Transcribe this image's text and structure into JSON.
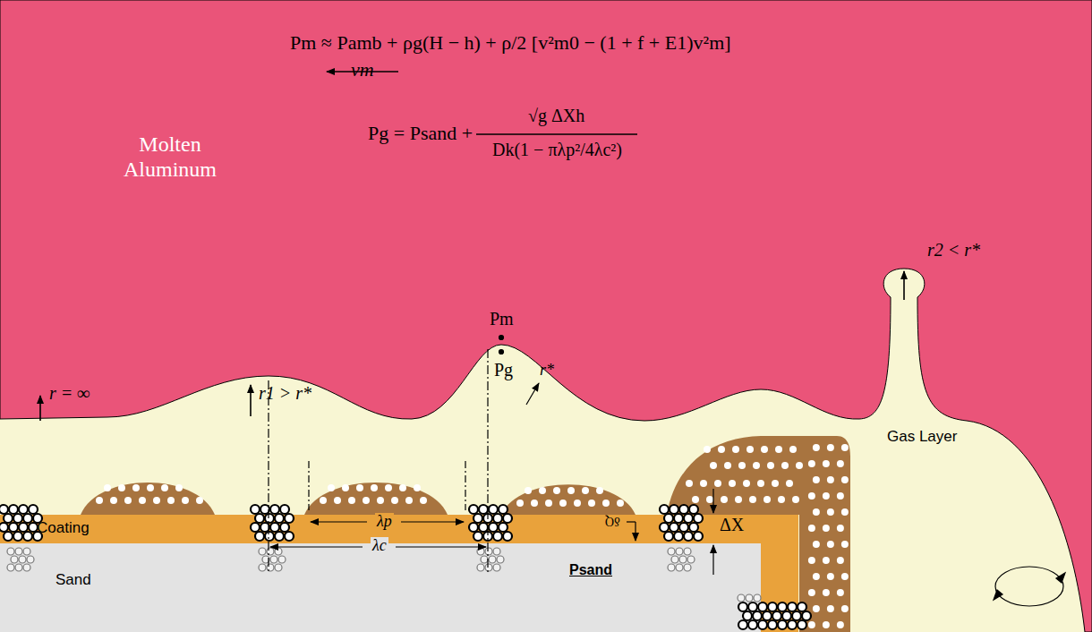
{
  "diagram": {
    "nodes": [
      {
        "text": [
          "Molten Aluminum"
        ]
      },
      {
        "text": [
          "Gas Layer"
        ]
      },
      {
        "text": [
          "Coating"
        ]
      },
      {
        "text": [
          "Sand"
        ]
      }
    ],
    "labels": [
      "Pm ≈ Pamb + ρg(H − h) + ρ/2 [v²m0 − (1 + f + E1)v²m]",
      "Pg = Psand +",
      "√g ΔXh",
      "Dk(1 − πλp²/4λc²)",
      "vm",
      "Pm",
      "Pg",
      "r*",
      "r2 < r*",
      "r = ∞",
      "r1 > r*",
      "λp",
      "λc",
      "Psand",
      "ΔX",
      "δQ"
    ]
  }
}
